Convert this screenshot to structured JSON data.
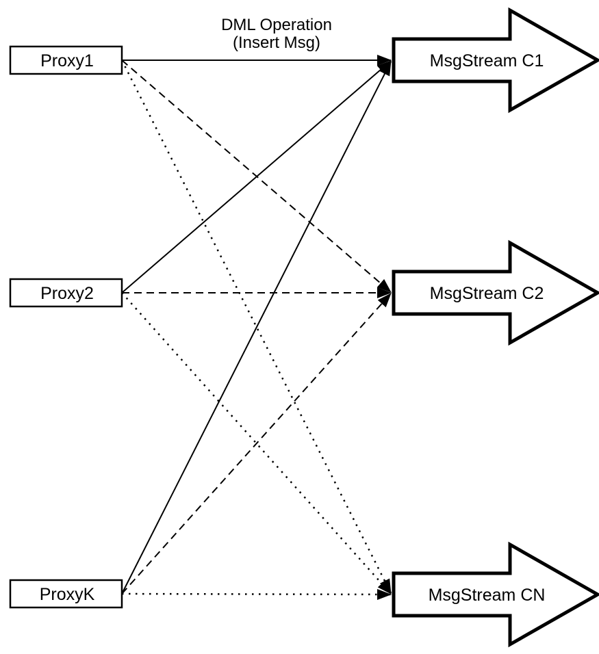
{
  "diagram": {
    "background_color": "#ffffff",
    "line_color": "#000000",
    "title": {
      "line1": "DML Operation",
      "line2": "(Insert Msg)"
    },
    "proxies": [
      {
        "label": "Proxy1"
      },
      {
        "label": "Proxy2"
      },
      {
        "label": "ProxyK"
      }
    ],
    "streams": [
      {
        "label": "MsgStream C1",
        "incoming_line_style": "solid"
      },
      {
        "label": "MsgStream C2",
        "incoming_line_style": "dashed"
      },
      {
        "label": "MsgStream CN",
        "incoming_line_style": "dotted"
      }
    ],
    "connections": [
      {
        "from": "Proxy1",
        "to": "MsgStream C1",
        "style": "solid"
      },
      {
        "from": "Proxy2",
        "to": "MsgStream C1",
        "style": "solid"
      },
      {
        "from": "ProxyK",
        "to": "MsgStream C1",
        "style": "solid"
      },
      {
        "from": "Proxy1",
        "to": "MsgStream C2",
        "style": "dashed"
      },
      {
        "from": "Proxy2",
        "to": "MsgStream C2",
        "style": "dashed"
      },
      {
        "from": "ProxyK",
        "to": "MsgStream C2",
        "style": "dashed"
      },
      {
        "from": "Proxy1",
        "to": "MsgStream CN",
        "style": "dotted"
      },
      {
        "from": "Proxy2",
        "to": "MsgStream CN",
        "style": "dotted"
      },
      {
        "from": "ProxyK",
        "to": "MsgStream CN",
        "style": "dotted"
      }
    ]
  }
}
